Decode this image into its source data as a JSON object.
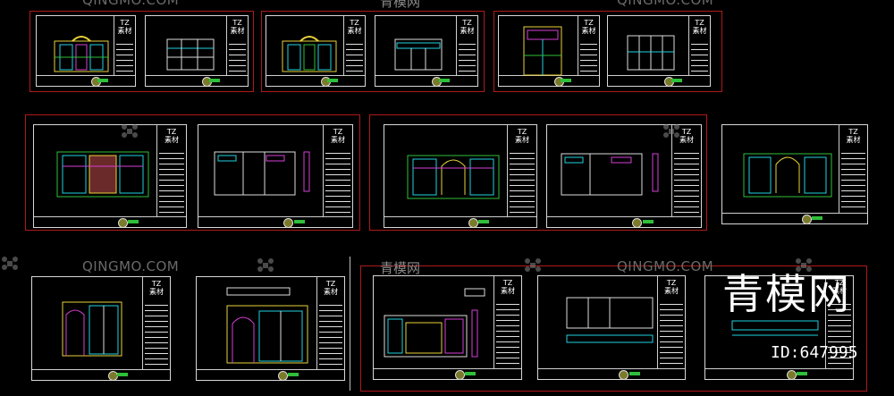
{
  "sheet_label_line1": "TZ",
  "sheet_label_line2": "素材",
  "watermarks": {
    "latin": "QINGMO.COM",
    "chinese": "青模网"
  },
  "logo": {
    "text": "青模网",
    "id": "ID:647995"
  },
  "colors": {
    "background": "#000000",
    "group_border": "#b0191c",
    "sheet_border": "#d8d8d8",
    "drawing_cyan": "#1fd2e0",
    "drawing_yellow": "#e8d23a",
    "drawing_magenta": "#d63fd6",
    "drawing_green": "#2fbf3a"
  }
}
